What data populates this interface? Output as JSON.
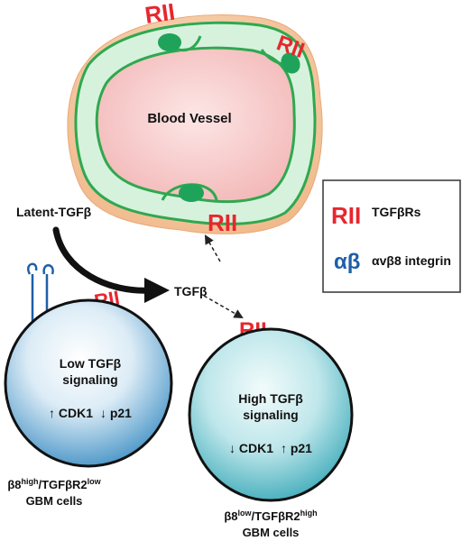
{
  "blood_vessel": {
    "label": "Blood Vessel"
  },
  "latent_tgfb": {
    "label": "Latent-TGFβ"
  },
  "tgfb": {
    "label": "TGFβ"
  },
  "receptor_glyph": "RII",
  "integrin_glyph": "αβ",
  "legend": {
    "receptors_label": "TGFβRs",
    "integrin_label": "αvβ8 integrin"
  },
  "left_cell": {
    "line1": "Low TGFβ",
    "line2": "signaling",
    "arrow1": "↑",
    "marker1": "CDK1",
    "arrow2": "↓",
    "marker2": "p21",
    "caption_b8": "β8",
    "caption_b8_sup": "high",
    "caption_r2": "/TGFβR2",
    "caption_r2_sup": "low",
    "caption_line2": "GBM cells"
  },
  "right_cell": {
    "line1": "High TGFβ",
    "line2": "signaling",
    "arrow1": "↓",
    "marker1": "CDK1",
    "arrow2": "↑",
    "marker2": "p21",
    "caption_b8": "β8",
    "caption_b8_sup": "low",
    "caption_r2": "/TGFβR2",
    "caption_r2_sup": "high",
    "caption_line2": "GBM cells"
  },
  "colors": {
    "receptor": "#e8262e",
    "integrin": "#1f5fa8",
    "vessel_lumen": "#f6c9c9",
    "endothelium_fill": "#d6f2dd",
    "endothelium_stroke": "#2fa84f",
    "nucleus": "#1fa35a",
    "pericyte": "#f6c8a2",
    "cell_left": "#3f8fc4",
    "cell_right": "#3aa9b8"
  }
}
